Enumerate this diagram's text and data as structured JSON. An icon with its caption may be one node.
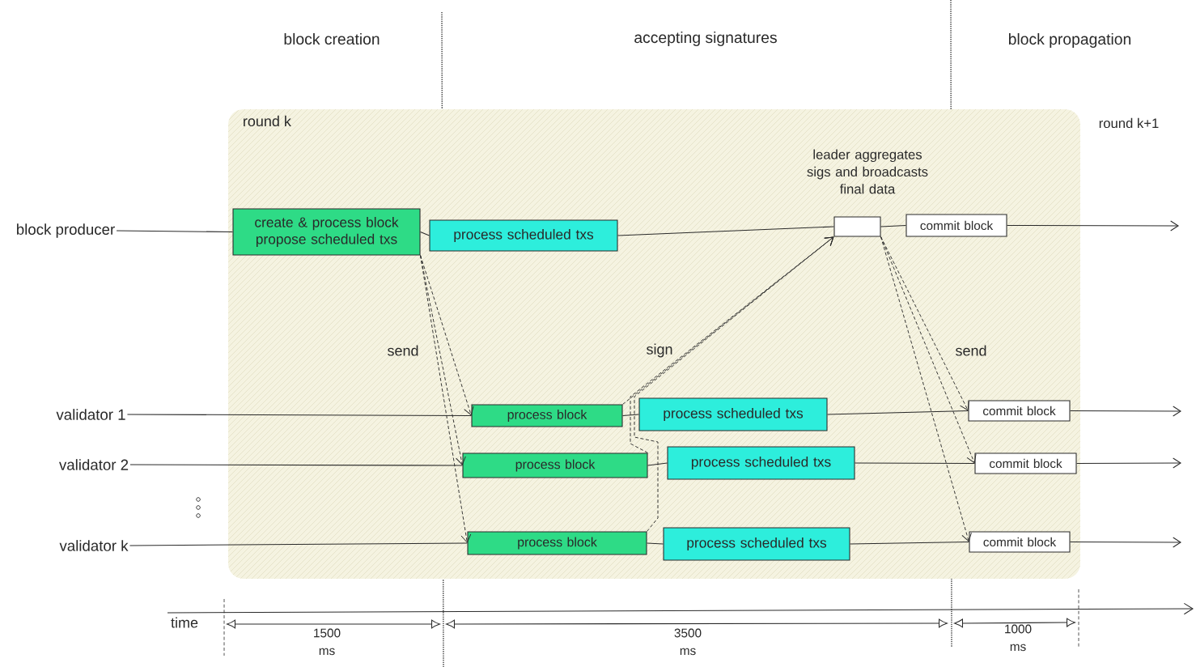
{
  "diagram": {
    "nodes": [
      {
        "text": [
          "round k"
        ]
      },
      {
        "text": [
          "block producer"
        ]
      },
      {
        "text": [
          "create & process block propose scheduled txs"
        ],
        "in": 0
      },
      {
        "text": [
          "process scheduled txs"
        ],
        "in": 0
      },
      {
        "text": [],
        "shape": "box",
        "beside": [
          "leader aggregates sigs and broadcasts final data"
        ],
        "in": 0
      },
      {
        "text": [
          "commit block"
        ],
        "in": 0
      },
      {
        "text": [
          "validator 1"
        ]
      },
      {
        "text": [
          "process block"
        ],
        "in": 0
      },
      {
        "text": [
          "process scheduled txs"
        ],
        "in": 0
      },
      {
        "text": [
          "commit block"
        ],
        "in": 0
      },
      {
        "text": [
          "validator 2"
        ]
      },
      {
        "text": [
          "process block"
        ],
        "in": 0
      },
      {
        "text": [
          "process scheduled txs"
        ],
        "in": 0
      },
      {
        "text": [
          "commit block"
        ],
        "in": 0
      },
      {
        "text": [
          "validator k"
        ]
      },
      {
        "text": [
          "process block"
        ],
        "in": 0
      },
      {
        "text": [
          "process scheduled txs"
        ],
        "in": 0
      },
      {
        "text": [
          "commit block"
        ],
        "in": 0
      }
    ],
    "edges": [
      {
        "from": 1,
        "to": 2,
        "arrow": "none"
      },
      {
        "from": 2,
        "to": 3,
        "arrow": "none"
      },
      {
        "from": 3,
        "to": 4,
        "arrow": "none"
      },
      {
        "from": 4,
        "to": 5,
        "arrow": "none"
      },
      {
        "from": 5,
        "to": null,
        "arrow": "to"
      },
      {
        "from": 6,
        "to": 7,
        "arrow": "none"
      },
      {
        "from": 7,
        "to": 8,
        "arrow": "none"
      },
      {
        "from": 8,
        "to": 9,
        "arrow": "none"
      },
      {
        "from": 9,
        "to": null,
        "arrow": "to"
      },
      {
        "from": 10,
        "to": 11,
        "arrow": "none"
      },
      {
        "from": 11,
        "to": 12,
        "arrow": "none"
      },
      {
        "from": 12,
        "to": 13,
        "arrow": "none"
      },
      {
        "from": 13,
        "to": null,
        "arrow": "to"
      },
      {
        "from": 14,
        "to": 15,
        "arrow": "none"
      },
      {
        "from": 15,
        "to": 16,
        "arrow": "none"
      },
      {
        "from": 16,
        "to": 17,
        "arrow": "none"
      },
      {
        "from": 17,
        "to": null,
        "arrow": "to"
      },
      {
        "from": 2,
        "to": 7,
        "arrow": "to",
        "style": "dashed"
      },
      {
        "from": 2,
        "to": 11,
        "arrow": "to",
        "style": "dashed"
      },
      {
        "from": 2,
        "to": 15,
        "arrow": "to",
        "style": "dashed"
      },
      {
        "from": 7,
        "to": 4,
        "arrow": "to",
        "style": "dashed"
      },
      {
        "from": 11,
        "to": 4,
        "arrow": "to",
        "style": "dashed"
      },
      {
        "from": 15,
        "to": 4,
        "arrow": "to",
        "style": "dashed"
      },
      {
        "from": 4,
        "to": 9,
        "arrow": "to",
        "style": "dashed"
      },
      {
        "from": 4,
        "to": 13,
        "arrow": "to",
        "style": "dashed"
      },
      {
        "from": 4,
        "to": 17,
        "arrow": "to",
        "style": "dashed"
      }
    ],
    "labels": [
      "block creation",
      "accepting signatures",
      "block propagation",
      "round k+1",
      "send",
      "sign",
      "send",
      "time",
      "1500",
      "ms",
      "3500",
      "ms",
      "1000",
      "ms"
    ]
  }
}
